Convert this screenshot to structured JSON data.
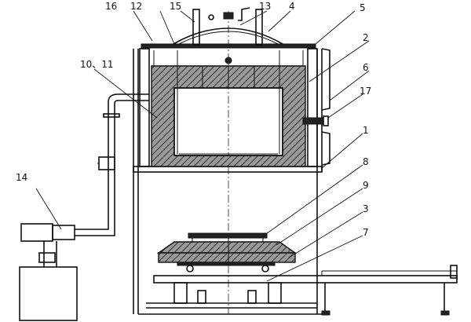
{
  "labels": {
    "l16": "16",
    "l12": "12",
    "l15": "15",
    "l13": "13",
    "l4": "4",
    "l5": "5",
    "l2": "2",
    "l1011": "10、11",
    "l6": "6",
    "l17": "17",
    "l1": "1",
    "l14": "14",
    "l8": "8",
    "l9": "9",
    "l3": "3",
    "l7": "7"
  }
}
